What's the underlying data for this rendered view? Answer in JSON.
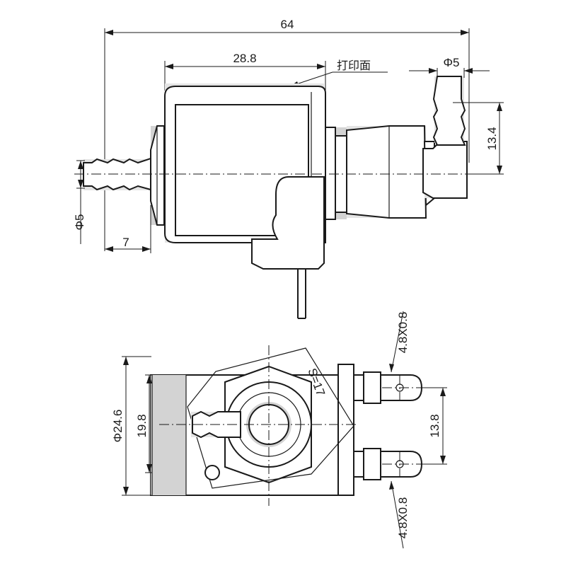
{
  "top_view": {
    "dim_overall_length": "64",
    "dim_body_length": "28.8",
    "print_surface_label": "打印面",
    "dim_outlet_diameter": "Φ5",
    "dim_outlet_offset": "13.4",
    "dim_inlet_diameter": "Φ5",
    "dim_inlet_length": "7"
  },
  "front_view": {
    "dim_hex_size": "S=17",
    "dim_terminal_top": "4.8X0.8",
    "dim_terminal_bottom": "4.8X0.8",
    "dim_terminal_spacing": "13.8",
    "dim_body_diameter": "Φ24.6",
    "dim_body_height": "19.8"
  }
}
